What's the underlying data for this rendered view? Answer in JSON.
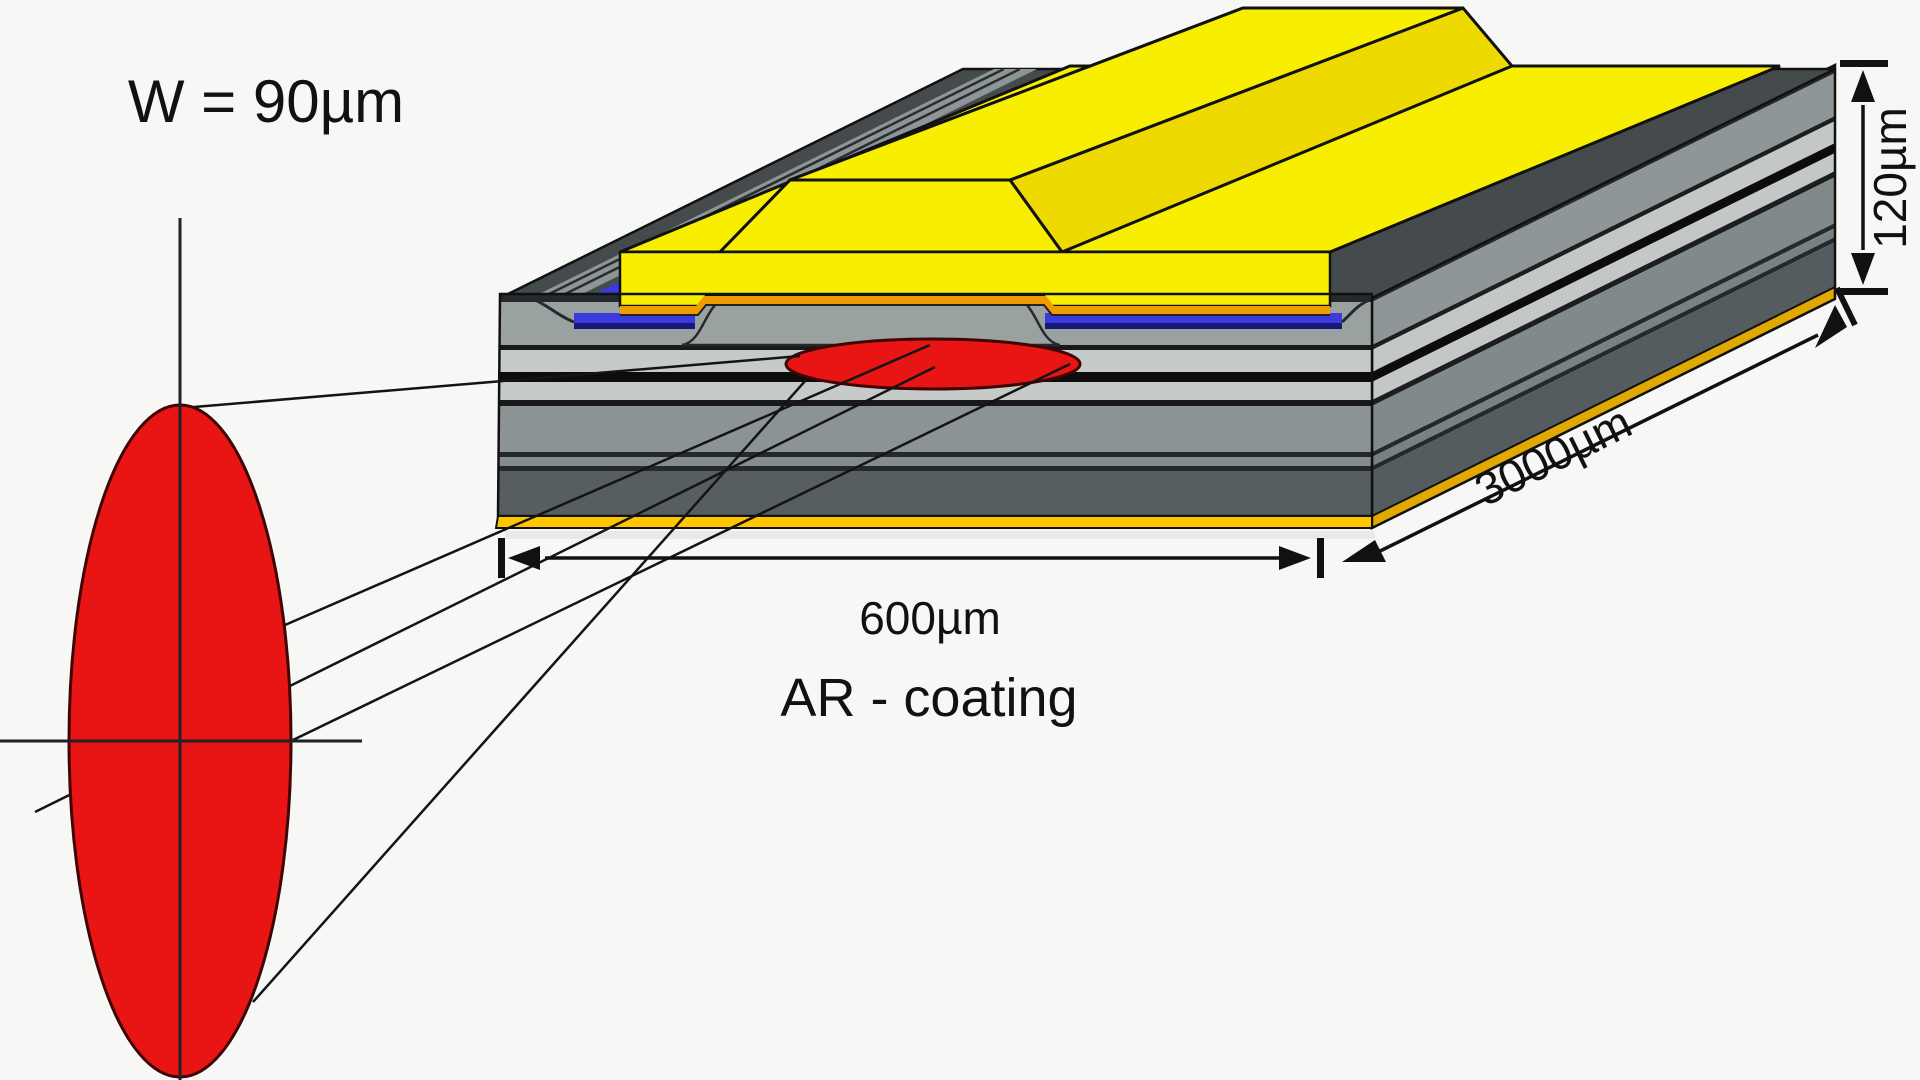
{
  "figure": {
    "type": "technical-schematic",
    "subject": "Broad-area laser diode chip with AR-coated front facet and magnified far-field emission ellipse"
  },
  "labels": {
    "stripe_width": "W = 90µm",
    "thickness": "120µm",
    "cavity_length": "3000µm",
    "facet_width": "600µm",
    "coating": "AR - coating"
  },
  "dimensions": {
    "emitter_width_um": 90,
    "chip_thickness_um": 120,
    "cavity_length_um": 3000,
    "facet_width_um": 600
  },
  "colors": {
    "background": "#f7f7f5",
    "metal_contact_yellow": "#f8ef00",
    "metal_contact_shaded": "#eeda00",
    "adhesion_orange": "#f09c00",
    "bottom_gold": "#ffc600",
    "bottom_gold_side": "#e0a800",
    "insulator_blue": "#3b3bdc",
    "insulator_navy": "#181878",
    "cladding_gray": "#9aa1a1",
    "core_light_gray": "#c6cbca",
    "active_layer_black": "#0c0c0c",
    "substrate_dark": "#575e61",
    "beam_red": "#e91414",
    "outline_black": "#111111"
  },
  "shapes": [
    {
      "name": "chip-top-metal-contact",
      "color": "#f8ef00"
    },
    {
      "name": "ridge-stripe-plateau",
      "color": "#f8ef00"
    },
    {
      "name": "insulator-trench",
      "color": "#3b3bdc"
    },
    {
      "name": "active-layer",
      "color": "#0c0c0c"
    },
    {
      "name": "bottom-metallization",
      "color": "#ffc600"
    },
    {
      "name": "emission-spot-ellipse",
      "color": "#e91414"
    },
    {
      "name": "far-field-ellipse",
      "color": "#e91414"
    }
  ]
}
